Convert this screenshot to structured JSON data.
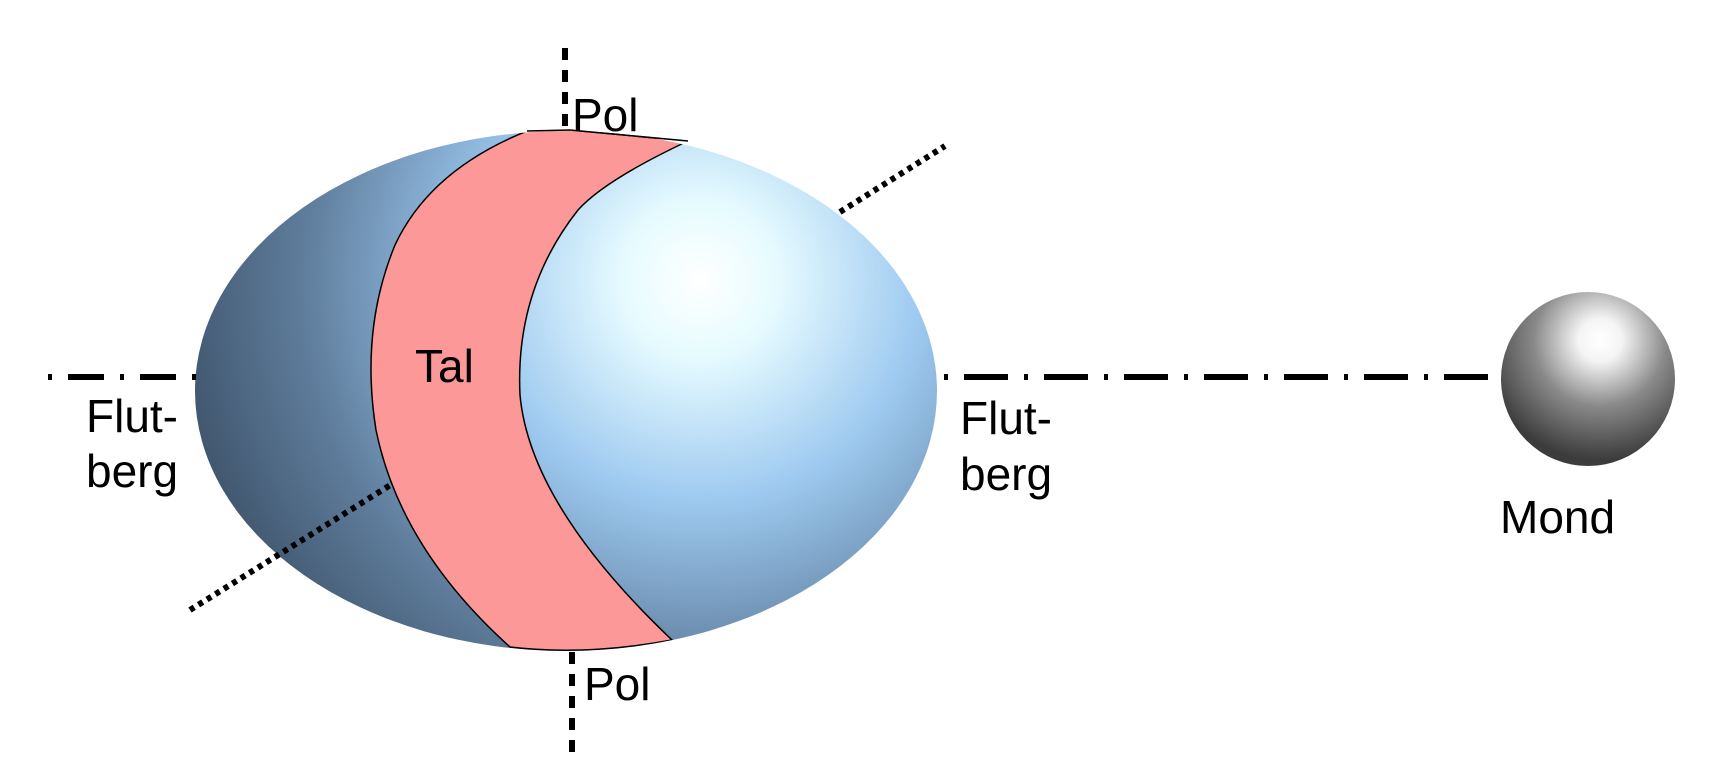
{
  "labels": {
    "pole_top": "Pol",
    "pole_bottom": "Pol",
    "valley": "Tal",
    "bulge_left_line1": "Flut-",
    "bulge_left_line2": "berg",
    "bulge_right_line1": "Flut-",
    "bulge_right_line2": "berg",
    "moon": "Mond"
  },
  "colors": {
    "earth_light": "#ffffff",
    "earth_mid": "#9cc8ef",
    "earth_dark": "#3d5168",
    "valley_band": "#fc9898",
    "moon_light": "#ffffff",
    "moon_dark": "#404040",
    "line": "#000000"
  }
}
